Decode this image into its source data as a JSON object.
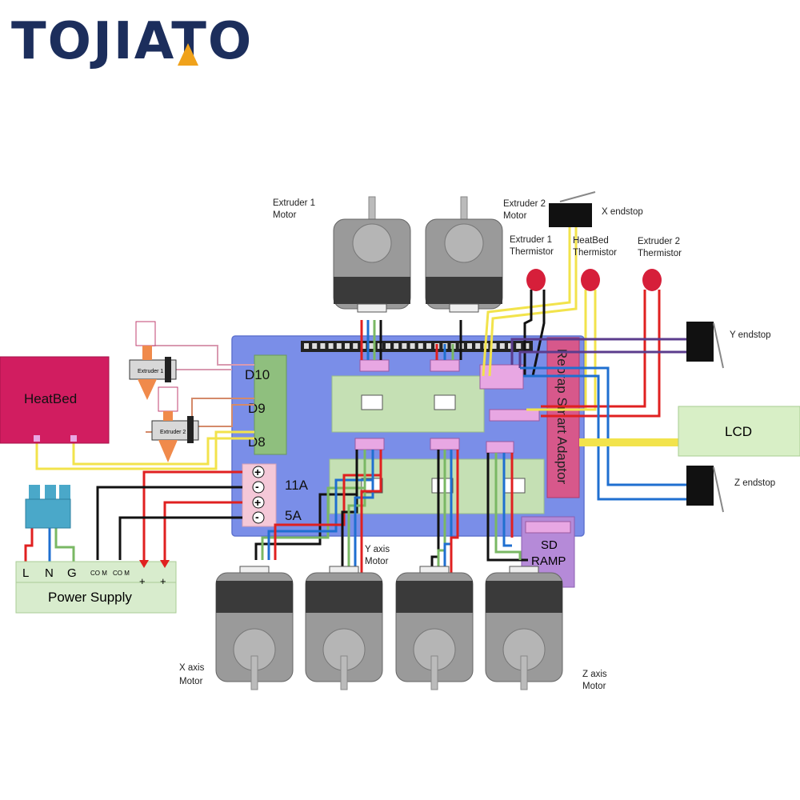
{
  "brand": {
    "logo_text": "TOJIATO",
    "text_color": "#1c2e5c",
    "accent_color": "#f0a21b"
  },
  "labels": {
    "extruder1_motor": [
      "Extruder 1",
      "Motor"
    ],
    "extruder2_motor": [
      "Extruder 2",
      "Motor"
    ],
    "x_endstop": "X endstop",
    "y_endstop": "Y endstop",
    "z_endstop": "Z endstop",
    "extruder1_thermistor": [
      "Extruder 1",
      "Thermistor"
    ],
    "heatbed_thermistor": [
      "HeatBed",
      "Thermistor"
    ],
    "extruder2_thermistor": [
      "Extruder 2",
      "Thermistor"
    ],
    "heatbed": "HeatBed",
    "extruder1_heater": "Extruder 1",
    "extruder2_heater": "Extruder 2",
    "lcd": "LCD",
    "smart_adaptor": "Reprap Smart Adaptor",
    "sd_ramp": [
      "SD",
      "RAMP"
    ],
    "power_supply": "Power Supply",
    "psu_terminals": [
      "L",
      "N",
      "G",
      "CO M",
      "CO M",
      "+",
      "+"
    ],
    "y_axis_motor": [
      "Y axis",
      "Motor"
    ],
    "x_axis_motor": [
      "X axis",
      "Motor"
    ],
    "z_axis_motor": [
      "Z axis",
      "Motor"
    ]
  },
  "board": {
    "outputs": [
      "D10",
      "D9",
      "D8"
    ],
    "power_inputs": [
      "11A",
      "5A"
    ],
    "polarity": [
      "+",
      "-",
      "+",
      "-"
    ]
  },
  "colors": {
    "board_blue": "#7a8ee8",
    "heatbed": "#d11d60",
    "smart_adaptor": "#d7588b",
    "sd_ramp": "#b58ad8",
    "lcd_green": "#d8efc6",
    "psu_green": "#d8eccd",
    "terminal_green": "#8fbf7e",
    "driver_green": "#c5e0b4",
    "wire_red": "#e02020",
    "wire_yellow": "#f2e34c",
    "wire_purple": "#5b3c8d",
    "wire_blue": "#1f6fd0",
    "wire_black": "#111111",
    "wire_green": "#7ab864",
    "motor_grey": "#8e8e8e"
  }
}
